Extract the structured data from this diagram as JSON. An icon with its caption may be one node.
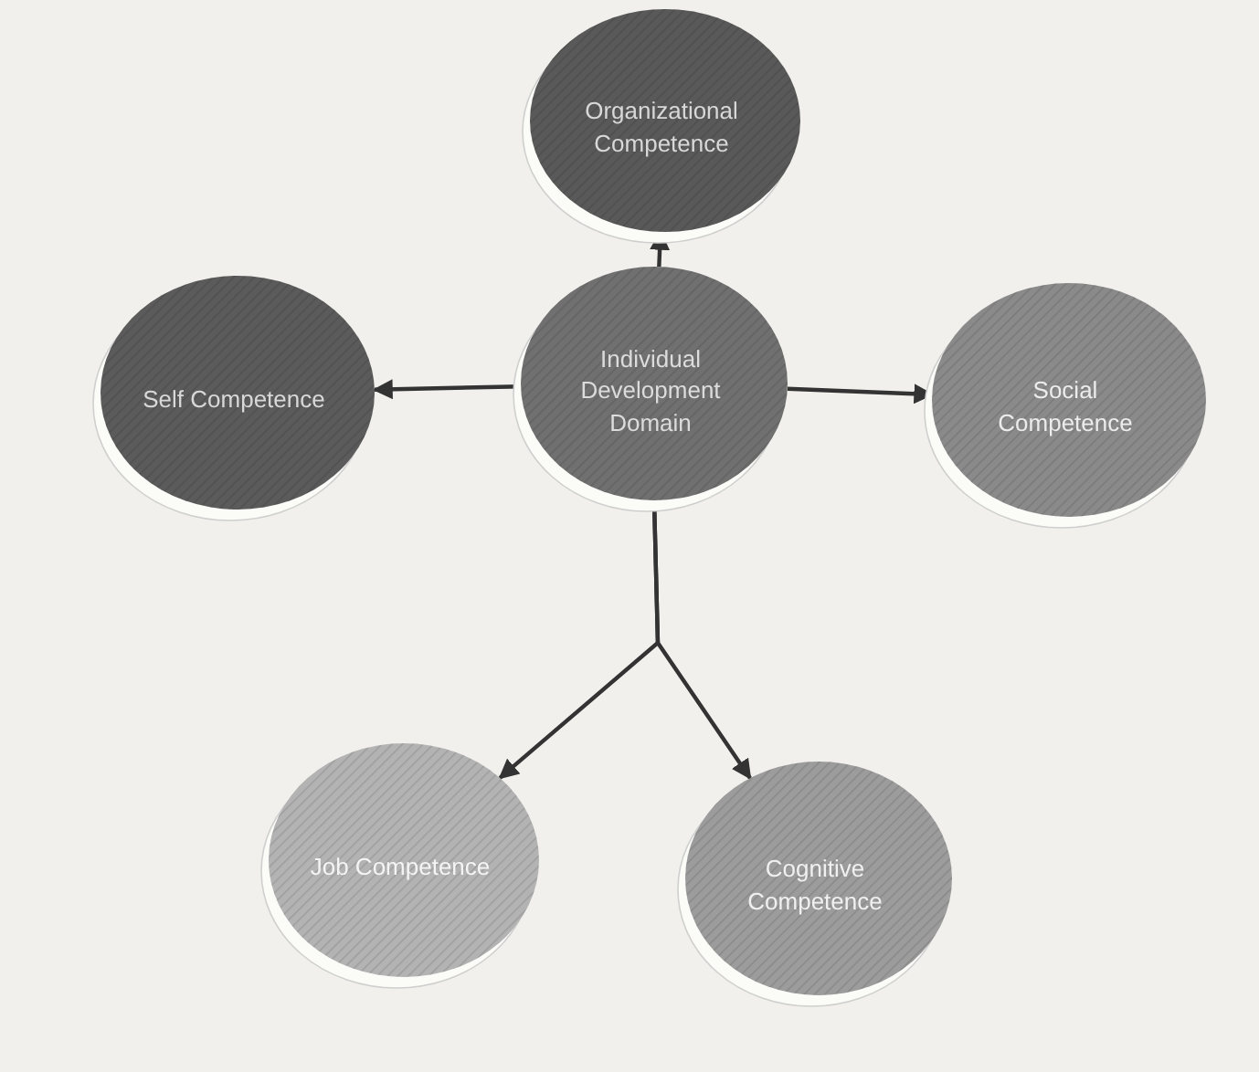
{
  "diagram": {
    "nodes": [
      {
        "text": [
          "Organizational Competence"
        ]
      },
      {
        "text": [
          "Self Competence"
        ]
      },
      {
        "text": [
          "Individual Development Domain"
        ]
      },
      {
        "text": [
          "Social Competence"
        ]
      },
      {
        "text": [
          "Job Competence"
        ]
      },
      {
        "text": [
          "Cognitive Competence"
        ]
      }
    ],
    "edges": [
      {
        "from": 2,
        "to": 0,
        "arrow": "to"
      },
      {
        "from": 2,
        "to": 1,
        "arrow": "to"
      },
      {
        "from": 2,
        "to": 3,
        "arrow": "to"
      },
      {
        "from": 2,
        "to": 4,
        "arrow": "to"
      },
      {
        "from": 2,
        "to": 5,
        "arrow": "to"
      }
    ]
  }
}
